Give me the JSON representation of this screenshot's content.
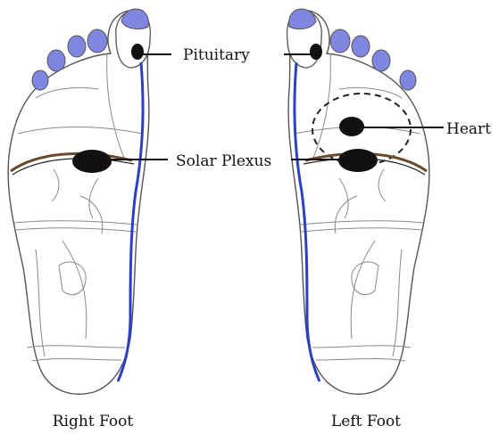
{
  "labels": {
    "pituitary": "Pituitary",
    "heart": "Heart",
    "solar_plexus": "Solar Plexus"
  },
  "captions": {
    "right_foot": "Right Foot",
    "left_foot": "Left Foot"
  },
  "colors": {
    "toe_blue": "#7f86e0",
    "spine_blue": "#2f3fc4",
    "outline": "#555555",
    "marker": "#111111",
    "solar_band": "#6b4a2a"
  }
}
